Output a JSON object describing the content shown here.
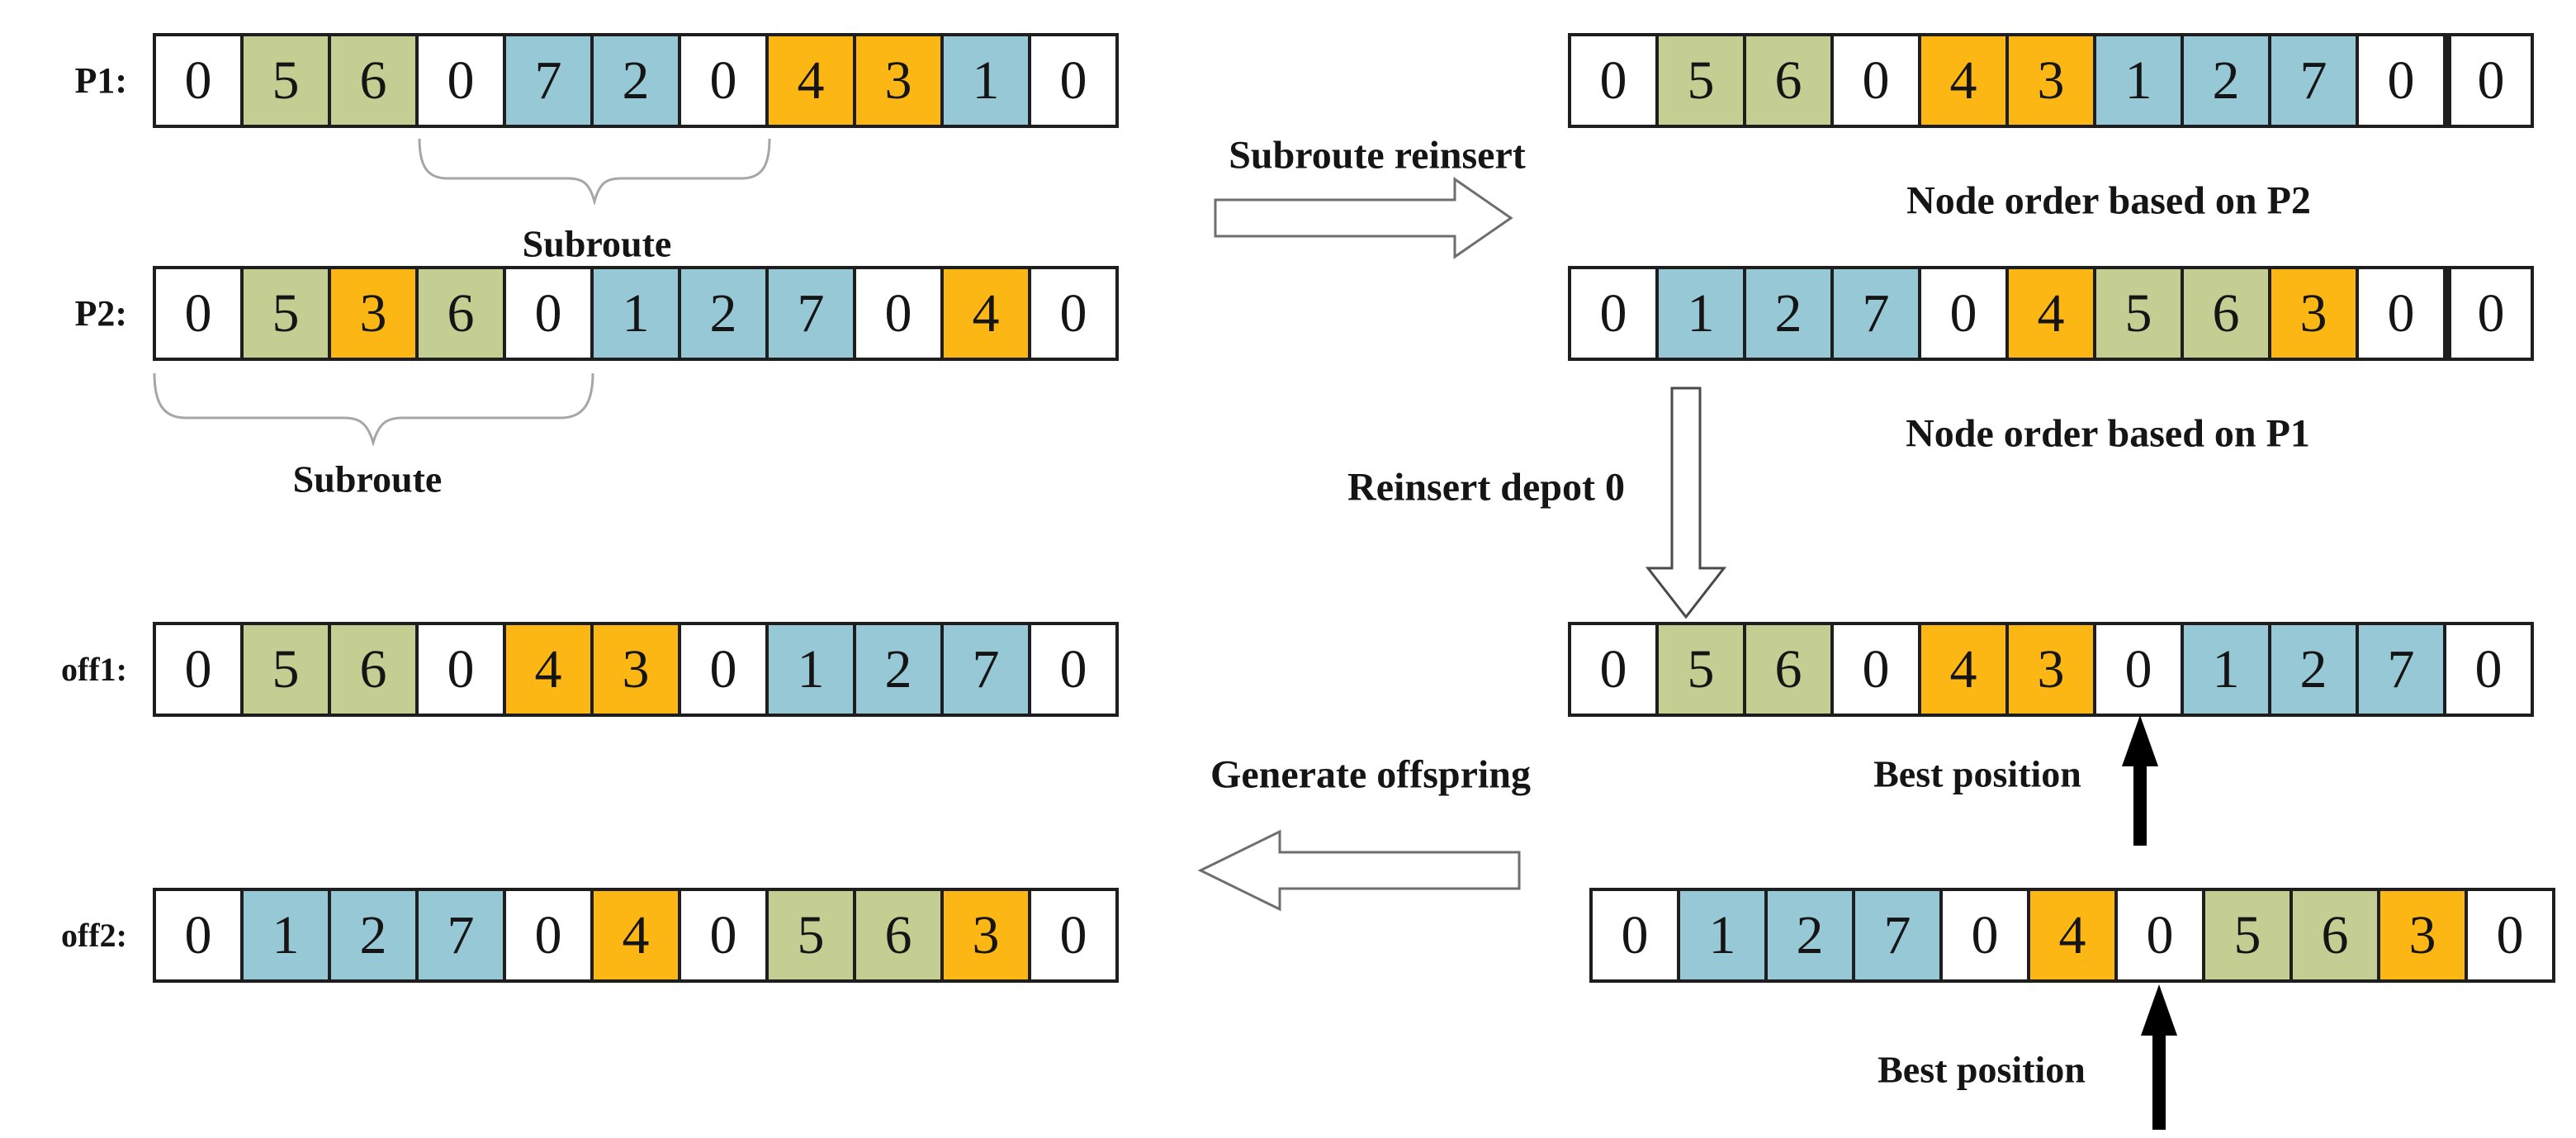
{
  "palette": {
    "green": "#c4ce92",
    "blue": "#97c8d6",
    "orange": "#fcb714",
    "border": "#1e1e1e",
    "brace": "#a6a6a6",
    "arrow": "#5f5f5f",
    "solid_arrow": "#000000",
    "text": "#151515"
  },
  "rows": {
    "p1": {
      "label": "P1:",
      "cells": [
        {
          "v": "0",
          "c": "white"
        },
        {
          "v": "5",
          "c": "green"
        },
        {
          "v": "6",
          "c": "green"
        },
        {
          "v": "0",
          "c": "white"
        },
        {
          "v": "7",
          "c": "blue"
        },
        {
          "v": "2",
          "c": "blue"
        },
        {
          "v": "0",
          "c": "white"
        },
        {
          "v": "4",
          "c": "orange"
        },
        {
          "v": "3",
          "c": "orange"
        },
        {
          "v": "1",
          "c": "blue"
        },
        {
          "v": "0",
          "c": "white"
        }
      ]
    },
    "p2": {
      "label": "P2:",
      "cells": [
        {
          "v": "0",
          "c": "white"
        },
        {
          "v": "5",
          "c": "green"
        },
        {
          "v": "3",
          "c": "orange"
        },
        {
          "v": "6",
          "c": "green"
        },
        {
          "v": "0",
          "c": "white"
        },
        {
          "v": "1",
          "c": "blue"
        },
        {
          "v": "2",
          "c": "blue"
        },
        {
          "v": "7",
          "c": "blue"
        },
        {
          "v": "0",
          "c": "white"
        },
        {
          "v": "4",
          "c": "orange"
        },
        {
          "v": "0",
          "c": "white"
        }
      ]
    },
    "off1": {
      "label": "off1:",
      "cells": [
        {
          "v": "0",
          "c": "white"
        },
        {
          "v": "5",
          "c": "green"
        },
        {
          "v": "6",
          "c": "green"
        },
        {
          "v": "0",
          "c": "white"
        },
        {
          "v": "4",
          "c": "orange"
        },
        {
          "v": "3",
          "c": "orange"
        },
        {
          "v": "0",
          "c": "white"
        },
        {
          "v": "1",
          "c": "blue"
        },
        {
          "v": "2",
          "c": "blue"
        },
        {
          "v": "7",
          "c": "blue"
        },
        {
          "v": "0",
          "c": "white"
        }
      ]
    },
    "off2": {
      "label": "off2:",
      "cells": [
        {
          "v": "0",
          "c": "white"
        },
        {
          "v": "1",
          "c": "blue"
        },
        {
          "v": "2",
          "c": "blue"
        },
        {
          "v": "7",
          "c": "blue"
        },
        {
          "v": "0",
          "c": "white"
        },
        {
          "v": "4",
          "c": "orange"
        },
        {
          "v": "0",
          "c": "white"
        },
        {
          "v": "5",
          "c": "green"
        },
        {
          "v": "6",
          "c": "green"
        },
        {
          "v": "3",
          "c": "orange"
        },
        {
          "v": "0",
          "c": "white"
        }
      ]
    },
    "node_order_p2": {
      "cells": [
        {
          "v": "0",
          "c": "white"
        },
        {
          "v": "5",
          "c": "green"
        },
        {
          "v": "6",
          "c": "green"
        },
        {
          "v": "0",
          "c": "white"
        },
        {
          "v": "4",
          "c": "orange"
        },
        {
          "v": "3",
          "c": "orange"
        },
        {
          "v": "1",
          "c": "blue"
        },
        {
          "v": "2",
          "c": "blue"
        },
        {
          "v": "7",
          "c": "blue"
        },
        {
          "v": "0",
          "c": "white"
        },
        {
          "v": "0",
          "c": "white",
          "thick": true
        }
      ]
    },
    "node_order_p1": {
      "cells": [
        {
          "v": "0",
          "c": "white"
        },
        {
          "v": "1",
          "c": "blue"
        },
        {
          "v": "2",
          "c": "blue"
        },
        {
          "v": "7",
          "c": "blue"
        },
        {
          "v": "0",
          "c": "white"
        },
        {
          "v": "4",
          "c": "orange"
        },
        {
          "v": "5",
          "c": "green"
        },
        {
          "v": "6",
          "c": "green"
        },
        {
          "v": "3",
          "c": "orange"
        },
        {
          "v": "0",
          "c": "white"
        },
        {
          "v": "0",
          "c": "white",
          "thick": true
        }
      ]
    },
    "depot_inserted_1": {
      "cells": [
        {
          "v": "0",
          "c": "white"
        },
        {
          "v": "5",
          "c": "green"
        },
        {
          "v": "6",
          "c": "green"
        },
        {
          "v": "0",
          "c": "white"
        },
        {
          "v": "4",
          "c": "orange"
        },
        {
          "v": "3",
          "c": "orange"
        },
        {
          "v": "0",
          "c": "white"
        },
        {
          "v": "1",
          "c": "blue"
        },
        {
          "v": "2",
          "c": "blue"
        },
        {
          "v": "7",
          "c": "blue"
        },
        {
          "v": "0",
          "c": "white"
        }
      ]
    },
    "depot_inserted_2": {
      "cells": [
        {
          "v": "0",
          "c": "white"
        },
        {
          "v": "1",
          "c": "blue"
        },
        {
          "v": "2",
          "c": "blue"
        },
        {
          "v": "7",
          "c": "blue"
        },
        {
          "v": "0",
          "c": "white"
        },
        {
          "v": "4",
          "c": "orange"
        },
        {
          "v": "0",
          "c": "white"
        },
        {
          "v": "5",
          "c": "green"
        },
        {
          "v": "6",
          "c": "green"
        },
        {
          "v": "3",
          "c": "orange"
        },
        {
          "v": "0",
          "c": "white"
        }
      ]
    }
  },
  "annotations": {
    "subroute_p1": "Subroute",
    "subroute_p2": "Subroute",
    "subroute_reinsert": "Subroute reinsert",
    "node_order_p2": "Node order based on P2",
    "node_order_p1": "Node order based on P1",
    "reinsert_depot": "Reinsert depot 0",
    "generate_offspring": "Generate offspring",
    "best_position_1": "Best position",
    "best_position_2": "Best position"
  }
}
